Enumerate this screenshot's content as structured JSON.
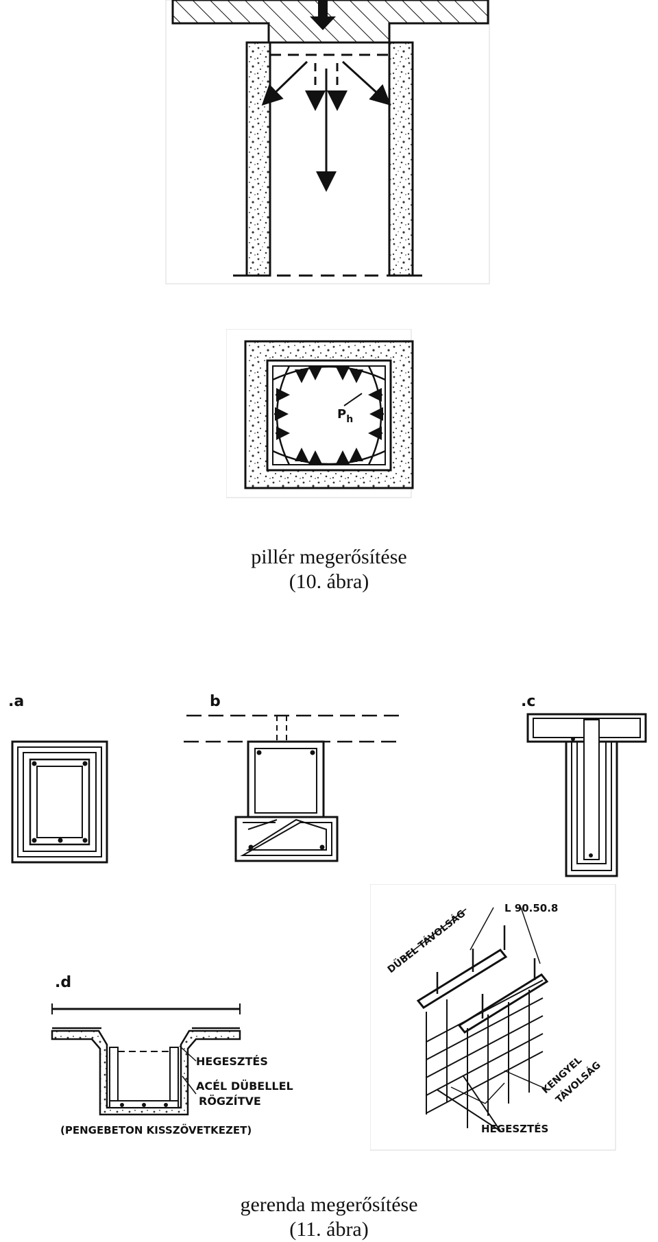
{
  "figure10": {
    "symbol_ph": "P",
    "symbol_ph_sub": "h",
    "caption_line1": "pillér megerősítése",
    "caption_line2": "(10. ábra)"
  },
  "figure11": {
    "labels": {
      "a": ".a",
      "b": "b",
      "c": ".c",
      "d": ".d"
    },
    "d_annotations": {
      "welding": "HEGESZTÉS",
      "steel_line1": "ACÉL DÜBELLEL",
      "steel_line2": "RÖGZÍTVE",
      "note": "(PENGEBETON KISSZÖVETKEZET)"
    },
    "iso_annotations": {
      "dowel_spacing": "DÜBEL TÁVOLSÁG",
      "angle_profile": "L 90.50.8",
      "stirrup_spacing_1": "KENGYEL",
      "stirrup_spacing_2": "TÁVOLSÁG",
      "welding": "HEGESZTÉS"
    },
    "caption_line1": "gerenda megerősítése",
    "caption_line2": "(11. ábra)"
  }
}
